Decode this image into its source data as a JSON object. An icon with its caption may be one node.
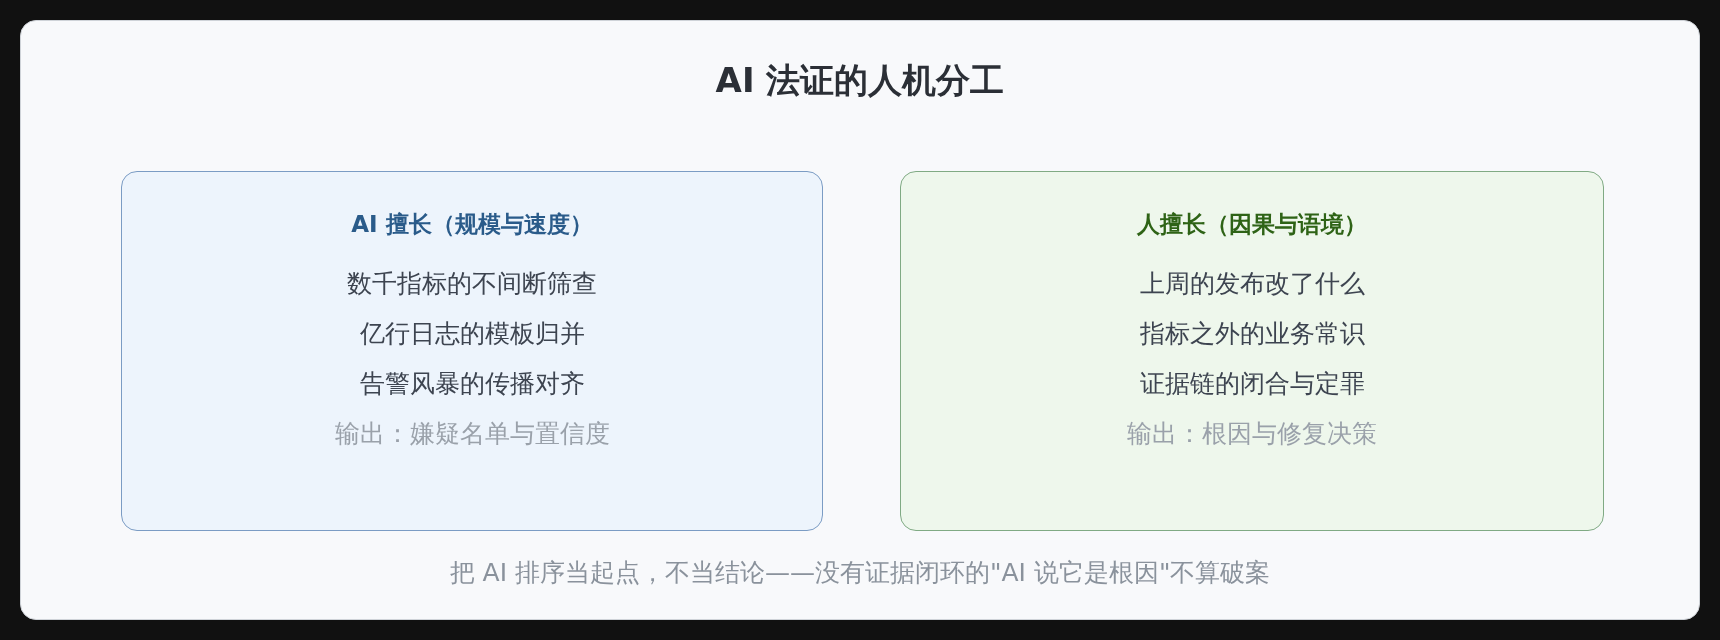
{
  "diagram": {
    "title": "AI 法证的人机分工",
    "nodes": [
      {
        "text": [
          "AI 擅长（规模与速度）",
          "数千指标的不间断筛查",
          "亿行日志的模板归并",
          "告警风暴的传播对齐",
          "输出：嫌疑名单与置信度"
        ]
      },
      {
        "text": [
          "人擅长（因果与语境）",
          "上周的发布改了什么",
          "指标之外的业务常识",
          "证据链的闭合与定罪",
          "输出：根因与修复决策"
        ]
      }
    ],
    "caption": "把 AI 排序当起点，不当结论——没有证据闭环的\"AI 说它是根因\"不算破案"
  }
}
